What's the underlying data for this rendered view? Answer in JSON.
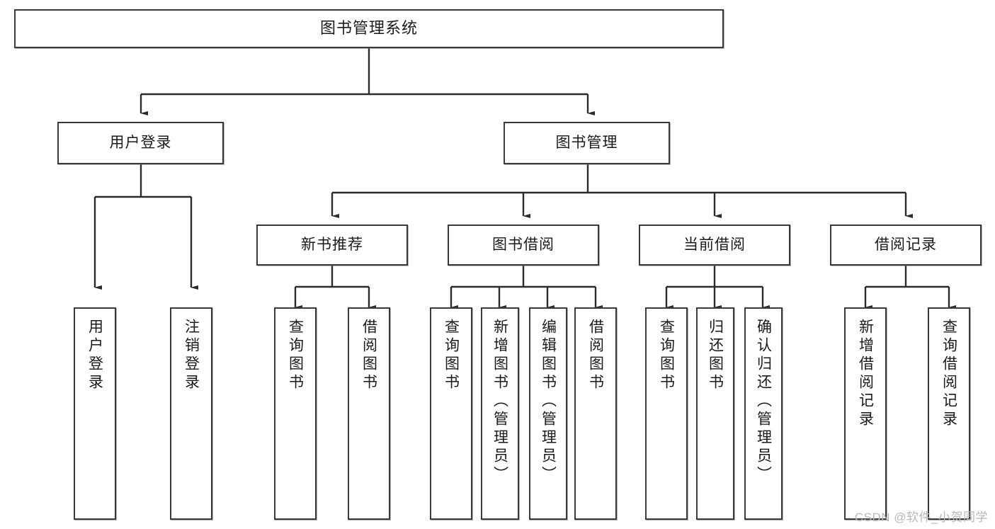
{
  "diagram": {
    "title": "图书管理系统",
    "type": "tree-hierarchy",
    "root": {
      "id": "root",
      "label": "图书管理系统"
    },
    "level2": [
      {
        "id": "user-login",
        "label": "用户登录"
      },
      {
        "id": "book-manage",
        "label": "图书管理"
      }
    ],
    "level3": [
      {
        "id": "new-book-rec",
        "label": "新书推荐"
      },
      {
        "id": "book-borrow",
        "label": "图书借阅"
      },
      {
        "id": "current-borrow",
        "label": "当前借阅"
      },
      {
        "id": "borrow-record",
        "label": "借阅记录"
      }
    ],
    "leaves": [
      {
        "id": "leaf-user-login",
        "label": "用户登录"
      },
      {
        "id": "leaf-logout-login",
        "label": "注销登录"
      },
      {
        "id": "leaf-query-book-1",
        "label": "查询图书"
      },
      {
        "id": "leaf-borrow-book-1",
        "label": "借阅图书"
      },
      {
        "id": "leaf-query-book-2",
        "label": "查询图书"
      },
      {
        "id": "leaf-add-book",
        "label": "新增图书（管理员）"
      },
      {
        "id": "leaf-edit-book",
        "label": "编辑图书（管理员）"
      },
      {
        "id": "leaf-borrow-book-2",
        "label": "借阅图书"
      },
      {
        "id": "leaf-query-book-3",
        "label": "查询图书"
      },
      {
        "id": "leaf-return-book",
        "label": "归还图书"
      },
      {
        "id": "leaf-confirm-return",
        "label": "确认归还（管理员）"
      },
      {
        "id": "leaf-add-record",
        "label": "新增借阅记录"
      },
      {
        "id": "leaf-query-record",
        "label": "查询借阅记录"
      }
    ]
  },
  "colors": {
    "border": "#3a3a3a",
    "background": "#ffffff",
    "text": "#1a1a1a",
    "watermark": "#b8b8b8"
  },
  "watermark": {
    "text": "CSDN @软件_小贺同学"
  }
}
